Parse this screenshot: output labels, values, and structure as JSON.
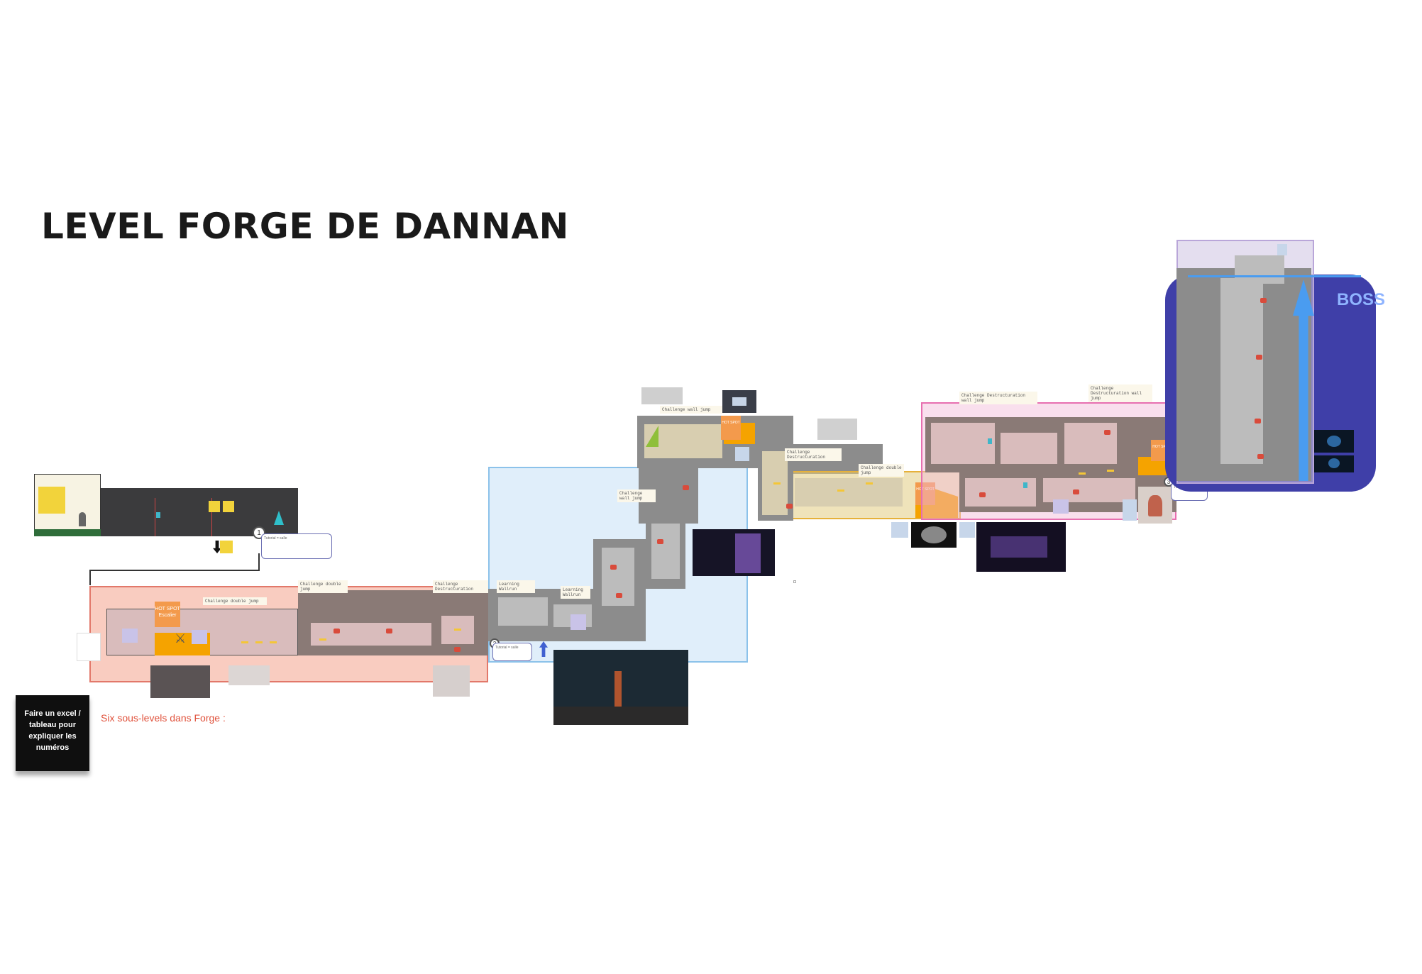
{
  "title": "LEVEL FORGE DE DANNAN",
  "boss_label": "BOSS",
  "forge_label": "Six sous-levels dans Forge :",
  "excel_note": "Faire un excel / tableau pour expliquer les numéros",
  "checkpoints": [
    "1",
    "2",
    "3"
  ],
  "hotspots": [
    {
      "label": "HOT SPOT Escalier"
    },
    {
      "label": "HOT SPOT"
    },
    {
      "label": "HOT SPOT"
    },
    {
      "label": "HOT SPOT"
    }
  ],
  "notes": [
    "Tutorial = salle",
    "Challenge double jump",
    "Challenge Destructuration",
    "Learning Wallrun",
    "Tutorial = salle",
    "Challenge wall jump",
    "Challenge wall jump",
    "Challenge Destructuration",
    "Challenge double jump",
    "Challenge Destructuration wall jump",
    "Challenge Destructuration wall jump"
  ],
  "colors": {
    "zone_red": "#e2786a",
    "zone_blue": "#8cc2ea",
    "zone_green": "#7fae4a",
    "zone_orange": "#e6b13a",
    "zone_pink": "#e76fb0",
    "zone_purple": "#b9a6d9",
    "boss_panel": "#3f3fa8",
    "boss_arrow": "#4a9cf0"
  }
}
